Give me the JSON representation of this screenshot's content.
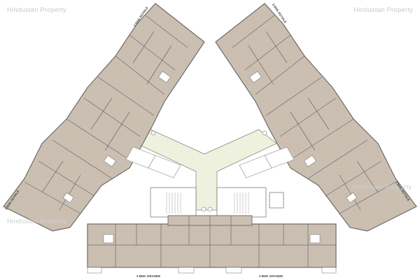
{
  "watermark": {
    "top_left": "Hindustan Property",
    "top_right": "Hindustan Property",
    "mid_left": "Hindustan Property",
    "mid_right": "Hindustan Property"
  },
  "unit_labels": {
    "top_left_wing": "3 BHK ROYALE",
    "top_right_wing": "3 BHK ROYALE",
    "left_wing_bottom": "3 BHK ROYALE",
    "right_wing_bottom": "3 BHK ROYALE",
    "bottom_left": "3 BHK GRANDE",
    "bottom_right": "3 BHK GRANDE"
  },
  "colors": {
    "apartment_fill": "#cbbfb2",
    "wall": "#6e6a66",
    "corridor": "#eef1dd",
    "open_area": "#ffffff",
    "line": "#9a958f"
  }
}
